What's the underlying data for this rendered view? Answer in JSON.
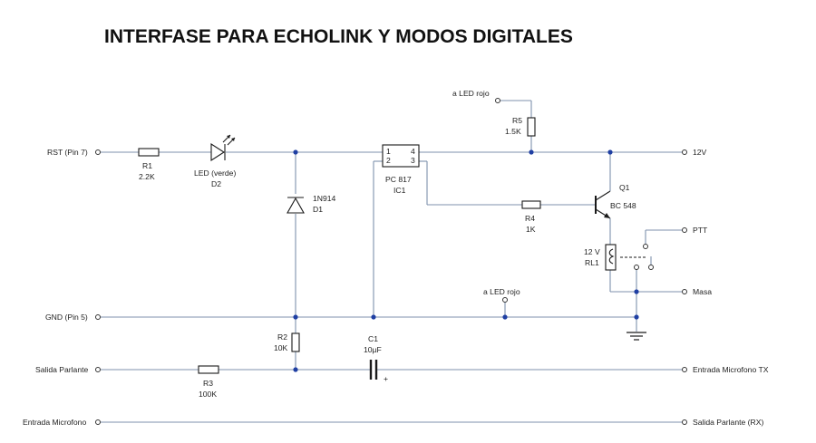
{
  "title": "INTERFASE PARA ECHOLINK Y MODOS DIGITALES",
  "terminals": {
    "rst": "RST (Pin 7)",
    "gnd": "GND (Pin 5)",
    "salida_parlante": "Salida Parlante",
    "entrada_microfono": "Entrada Microfono",
    "v12": "12V",
    "ptt": "PTT",
    "masa": "Masa",
    "entrada_microfono_tx": "Entrada Microfono TX",
    "salida_parlante_rx": "Salida Parlante (RX)",
    "led_rojo_top": "a LED rojo",
    "led_rojo_bottom": "a LED rojo"
  },
  "components": {
    "r1": {
      "ref": "R1",
      "value": "2.2K"
    },
    "d2": {
      "ref": "D2",
      "value": "LED (verde)"
    },
    "d1": {
      "ref": "D1",
      "value": "1N914"
    },
    "ic1": {
      "ref": "IC1",
      "value": "PC 817",
      "pins": [
        "1",
        "2",
        "3",
        "4"
      ]
    },
    "r5": {
      "ref": "R5",
      "value": "1.5K"
    },
    "r4": {
      "ref": "R4",
      "value": "1K"
    },
    "q1": {
      "ref": "Q1",
      "value": "BC 548"
    },
    "rl1": {
      "ref": "RL1",
      "value": "12 V"
    },
    "r2": {
      "ref": "R2",
      "value": "10K"
    },
    "c1": {
      "ref": "C1",
      "value": "10µF",
      "polarity": "+"
    },
    "r3": {
      "ref": "R3",
      "value": "100K"
    }
  },
  "colors": {
    "wire": "#7f92ad",
    "junction": "#1f3fa3",
    "component": "#1a1a1a"
  }
}
